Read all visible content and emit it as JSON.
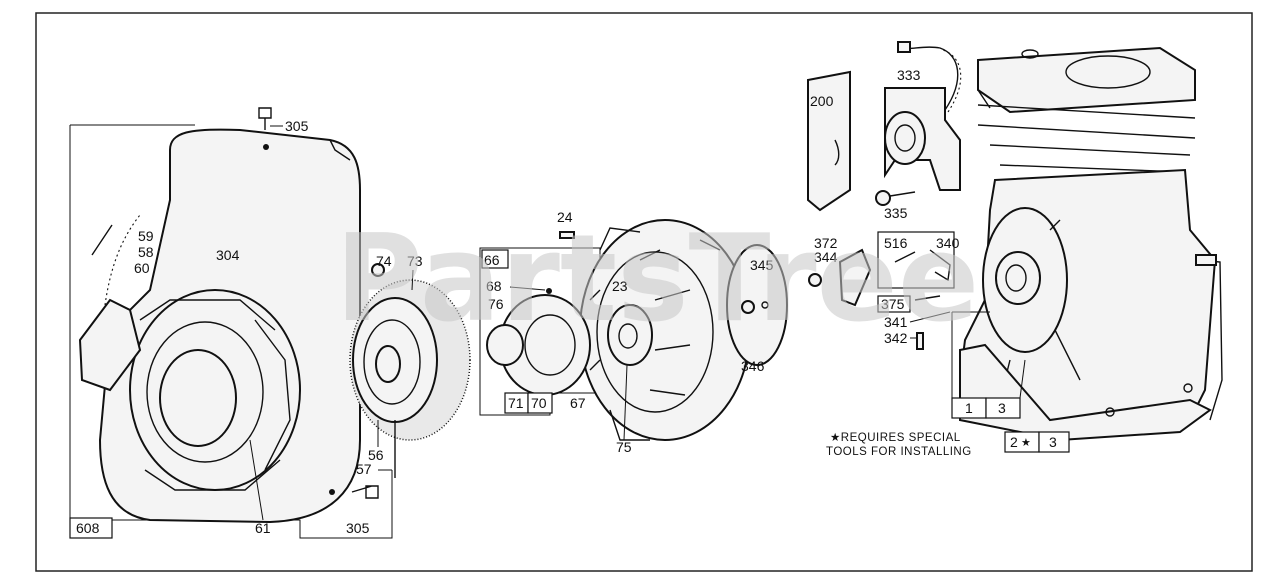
{
  "diagram": {
    "watermark": "PartsTree",
    "callouts": {
      "c305_top": "305",
      "c304": "304",
      "c59": "59",
      "c58": "58",
      "c60": "60",
      "c74": "74",
      "c73": "73",
      "c56": "56",
      "c57": "57",
      "c61": "61",
      "c305_bottom": "305",
      "c608": "608",
      "c24": "24",
      "c66": "66",
      "c68": "68",
      "c23": "23",
      "c76": "76",
      "c71": "71",
      "c70": "70",
      "c67": "67",
      "c75": "75",
      "c345": "345",
      "c346": "346",
      "c200": "200",
      "c333": "333",
      "c335": "335",
      "c372": "372",
      "c344": "344",
      "c516": "516",
      "c340": "340",
      "c375": "375",
      "c341": "341",
      "c342": "342",
      "c1": "1",
      "c3_top": "3",
      "c2": "2",
      "c3_bottom": "3"
    },
    "star": "★",
    "note_line1": "★REQUIRES SPECIAL",
    "note_line2": "TOOLS FOR INSTALLING"
  }
}
